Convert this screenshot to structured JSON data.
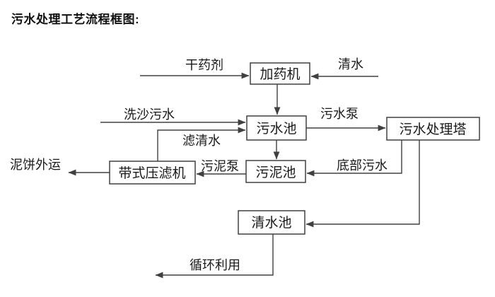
{
  "title": "污水处理工艺流程框图:",
  "colors": {
    "background": "#ffffff",
    "line": "#404040",
    "text": "#1a1a1a"
  },
  "nodes": {
    "dosing_machine": {
      "label": "加药机"
    },
    "sewage_pool": {
      "label": "污水池"
    },
    "treatment_tower": {
      "label": "污水处理塔"
    },
    "sludge_pool": {
      "label": "污泥池"
    },
    "belt_filter_press": {
      "label": "带式压滤机"
    },
    "clean_water_pool": {
      "label": "清水池"
    }
  },
  "flows": {
    "dry_chemical": {
      "label": "干药剂",
      "from": "external",
      "to": "dosing_machine"
    },
    "clean_water_in": {
      "label": "清水",
      "from": "external",
      "to": "dosing_machine"
    },
    "dosing_to_sewage_pool": {
      "label": "",
      "from": "dosing_machine",
      "to": "sewage_pool"
    },
    "sand_washing_sewage": {
      "label": "洗沙污水",
      "from": "external",
      "to": "sewage_pool"
    },
    "filtered_water": {
      "label": "滤清水",
      "from": "belt_filter_press",
      "to": "sewage_pool"
    },
    "sewage_pump": {
      "label": "污水泵",
      "from": "sewage_pool",
      "to": "treatment_tower"
    },
    "sewage_pool_to_sludge_pool": {
      "label": "",
      "from": "sewage_pool",
      "to": "sludge_pool"
    },
    "bottom_sewage": {
      "label": "底部污水",
      "from": "treatment_tower",
      "to": "sludge_pool"
    },
    "sludge_pump": {
      "label": "污泥泵",
      "from": "sludge_pool",
      "to": "belt_filter_press"
    },
    "mud_cake_out": {
      "label": "泥饼外运",
      "from": "belt_filter_press",
      "to": "external"
    },
    "tower_to_clean_pool": {
      "label": "",
      "from": "treatment_tower",
      "to": "clean_water_pool"
    },
    "recycle": {
      "label": "循环利用",
      "from": "clean_water_pool",
      "to": "external"
    }
  }
}
